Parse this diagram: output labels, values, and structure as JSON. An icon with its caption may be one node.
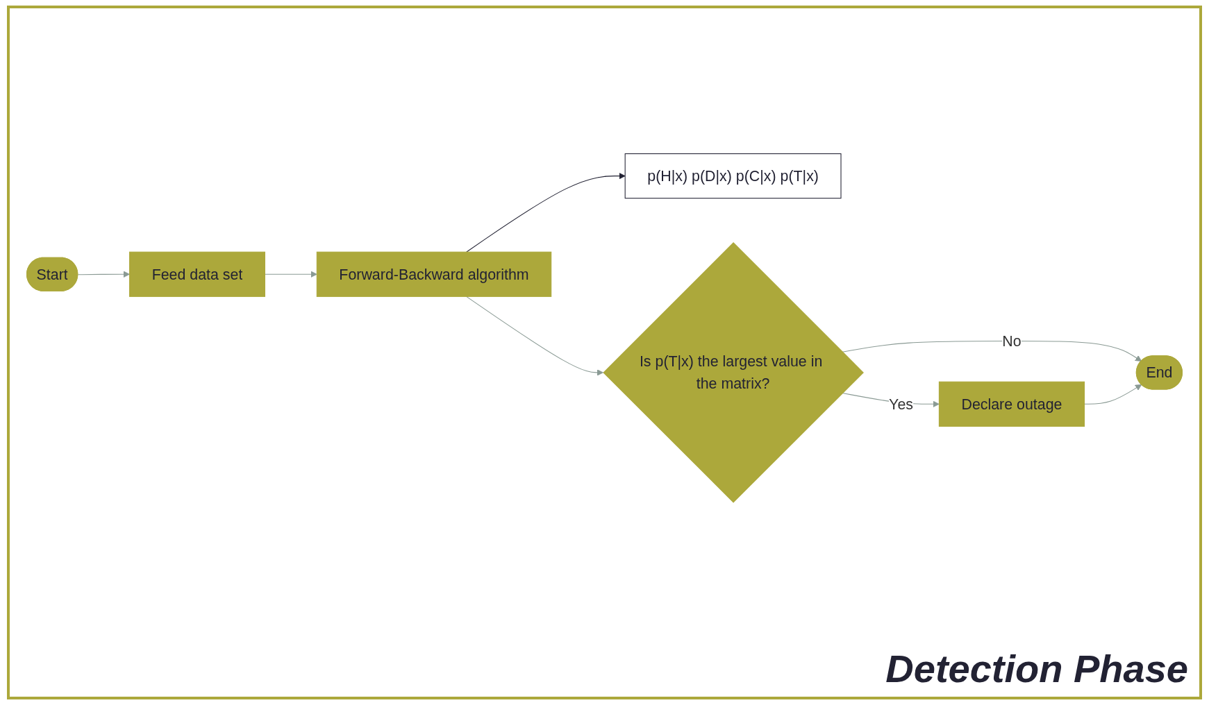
{
  "diagram": {
    "title": "Detection Phase",
    "nodes": [
      {
        "text": [
          "Start"
        ]
      },
      {
        "text": [
          "Feed data set"
        ]
      },
      {
        "text": [
          "Forward-Backward algorithm"
        ]
      },
      {
        "text": [
          "p(H|x) p(D|x) p(C|x) p(T|x)"
        ]
      },
      {
        "text": [
          "Is p(T|x) the largest value in the matrix?"
        ]
      },
      {
        "text": [
          "Declare outage"
        ]
      },
      {
        "text": [
          "End"
        ]
      }
    ],
    "edges": [
      {
        "from": 0,
        "to": 1,
        "arrow": "to"
      },
      {
        "from": 1,
        "to": 2,
        "arrow": "to"
      },
      {
        "from": 2,
        "to": 4,
        "arrow": "to"
      },
      {
        "from": 2,
        "to": 3,
        "arrow": "to",
        "color": "#222233"
      },
      {
        "from": 4,
        "to": 5,
        "arrow": "to",
        "label": "Yes"
      },
      {
        "from": 4,
        "to": 6,
        "arrow": "to",
        "label": "No"
      },
      {
        "from": 5,
        "to": 6,
        "arrow": "to"
      }
    ]
  }
}
